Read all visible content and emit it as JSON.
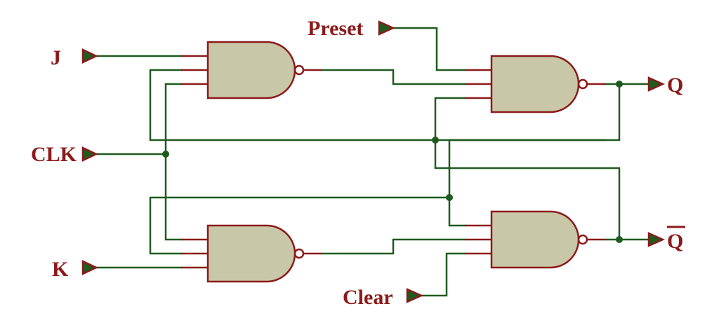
{
  "diagram": {
    "title": "",
    "signals": {
      "j": "J",
      "clk": "CLK",
      "k": "K",
      "preset": "Preset",
      "clear": "Clear",
      "q": "Q",
      "q_bar": "Q"
    },
    "gates": [
      "NAND",
      "NAND",
      "NAND",
      "NAND"
    ],
    "colors": {
      "wire": "#1f5a1f",
      "outline": "#8b1a1a",
      "gate_fill": "#c8c8a8",
      "label": "#8b1a1a"
    }
  }
}
